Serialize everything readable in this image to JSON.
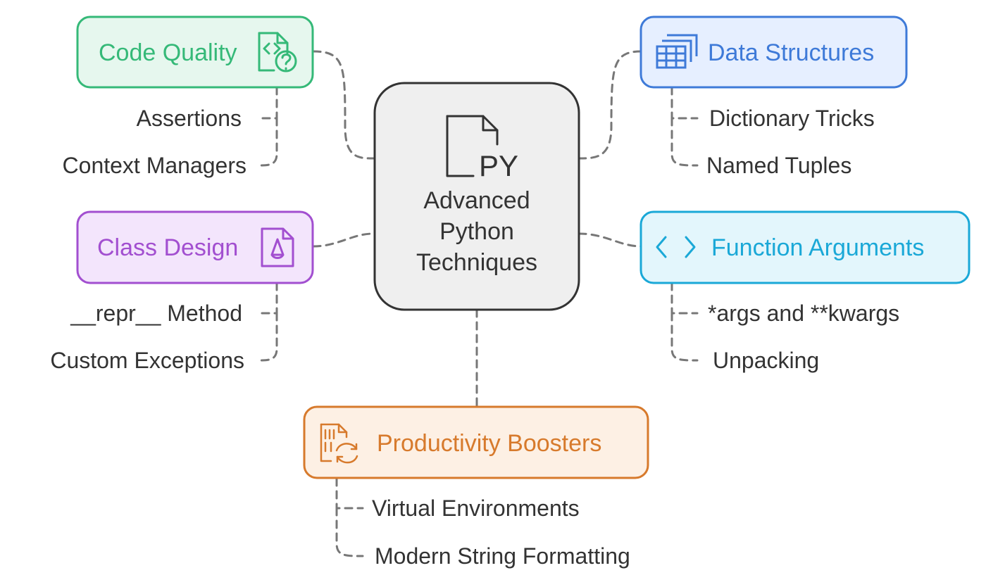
{
  "center": {
    "title_lines": [
      "Advanced",
      "Python",
      "Techniques"
    ],
    "icon": "python-file-icon",
    "icon_text": "PY"
  },
  "branches": [
    {
      "id": "code-quality",
      "label": "Code Quality",
      "icon": "code-file-question-icon",
      "color": "#35b978",
      "fill": "#e6f7ee",
      "items": [
        "Assertions",
        "Context Managers"
      ]
    },
    {
      "id": "data-structures",
      "label": "Data Structures",
      "icon": "table-stack-icon",
      "color": "#3e7ad8",
      "fill": "#e6efff",
      "items": [
        "Dictionary Tricks",
        "Named Tuples"
      ]
    },
    {
      "id": "class-design",
      "label": "Class Design",
      "icon": "shape-file-icon",
      "color": "#a24fd0",
      "fill": "#f3e5fc",
      "items": [
        "__repr__ Method",
        "Custom Exceptions"
      ]
    },
    {
      "id": "function-arguments",
      "label": "Function Arguments",
      "icon": "code-brackets-icon",
      "color": "#1aa8d7",
      "fill": "#e3f6fc",
      "items": [
        "*args and **kwargs",
        "Unpacking"
      ]
    },
    {
      "id": "productivity-boosters",
      "label": "Productivity Boosters",
      "icon": "binary-refresh-icon",
      "color": "#d77a2c",
      "fill": "#fdf0e4",
      "items": [
        "Virtual Environments",
        "Modern String Formatting"
      ]
    }
  ],
  "colors": {
    "center_stroke": "#333333",
    "center_fill": "#efefef",
    "connector": "#777777",
    "text": "#333333"
  }
}
